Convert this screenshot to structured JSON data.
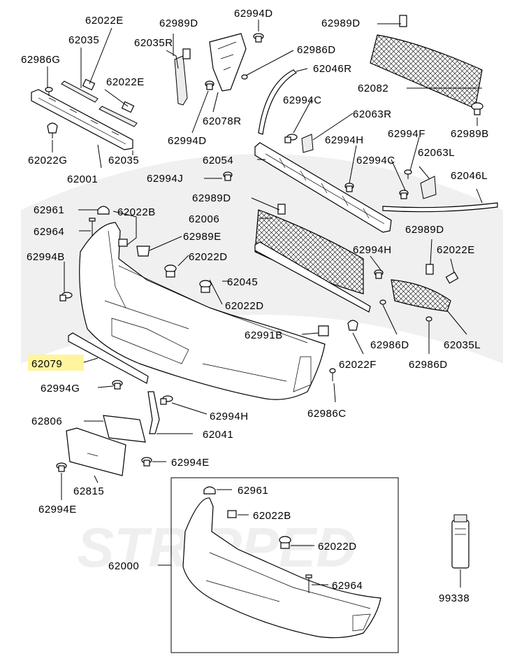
{
  "highlight_color": "#fff59d",
  "highlighted_part": "62079",
  "labels": {
    "l62022E_a": "62022E",
    "l62035_a": "62035",
    "l62986G": "62986G",
    "l62022E_b": "62022E",
    "l62022G": "62022G",
    "l62001": "62001",
    "l62035_b": "62035",
    "l62989D_a": "62989D",
    "l62035R": "62035R",
    "l62994D_a": "62994D",
    "l62986D_a": "62986D",
    "l62078R": "62078R",
    "l62994D_b": "62994D",
    "l62989D_b": "62989D",
    "l62046R": "62046R",
    "l62082": "62082",
    "l62994C_a": "62994C",
    "l62063R": "62063R",
    "l62994F": "62994F",
    "l62989B": "62989B",
    "l62994H_a": "62994H",
    "l62054": "62054",
    "l62994C_b": "62994C",
    "l62063L": "62063L",
    "l62994J": "62994J",
    "l62046L": "62046L",
    "l62989D_c": "62989D",
    "l62006": "62006",
    "l62961_a": "62961",
    "l62022B_a": "62022B",
    "l62964_a": "62964",
    "l62989E": "62989E",
    "l62989D_d": "62989D",
    "l62994B": "62994B",
    "l62022D_a": "62022D",
    "l62994H_b": "62994H",
    "l62022E_c": "62022E",
    "l62045": "62045",
    "l62022D_b": "62022D",
    "l62991B": "62991B",
    "l62986D_b": "62986D",
    "l62035L": "62035L",
    "l62079": "62079",
    "l62022F": "62022F",
    "l62986D_c": "62986D",
    "l62994G": "62994G",
    "l62986C": "62986C",
    "l62994H_c": "62994H",
    "l62806": "62806",
    "l62041": "62041",
    "l62994E_a": "62994E",
    "l62815": "62815",
    "l62994E_b": "62994E",
    "l62961_b": "62961",
    "l62022B_b": "62022B",
    "l62022D_c": "62022D",
    "l62000": "62000",
    "l62964_b": "62964",
    "l99338": "99338"
  }
}
